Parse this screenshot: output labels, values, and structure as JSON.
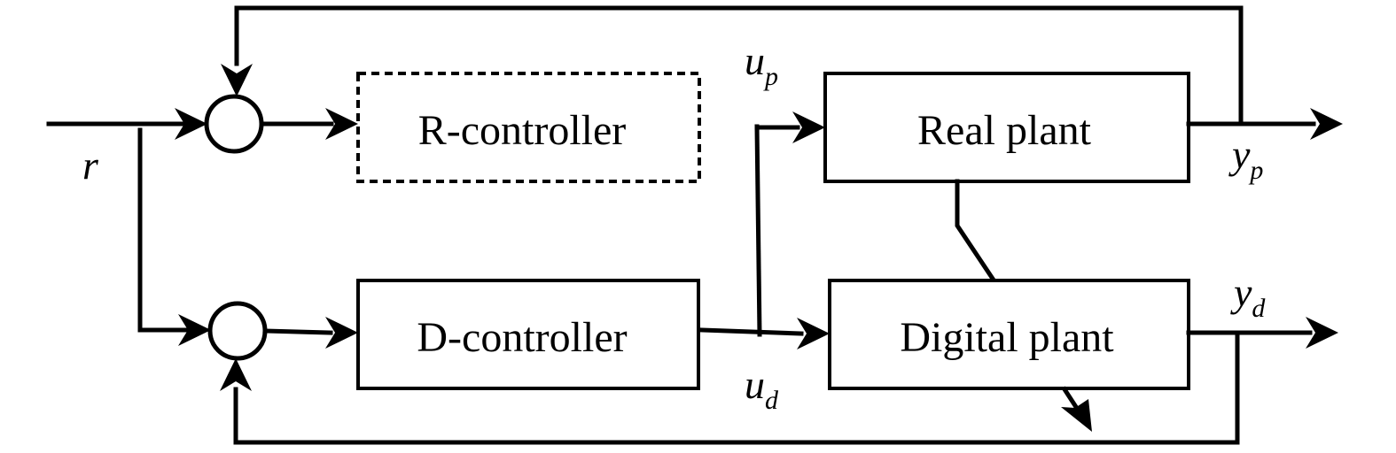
{
  "blocks": {
    "r_controller": "R-controller",
    "d_controller": "D-controller",
    "real_plant": "Real plant",
    "digital_plant": "Digital plant"
  },
  "signals": {
    "r": "r",
    "u_p": {
      "base": "u",
      "sub": "p"
    },
    "u_d": {
      "base": "u",
      "sub": "d"
    },
    "y_p": {
      "base": "y",
      "sub": "p"
    },
    "y_d": {
      "base": "y",
      "sub": "d"
    }
  },
  "colors": {
    "stroke": "#000000",
    "background": "#ffffff"
  }
}
